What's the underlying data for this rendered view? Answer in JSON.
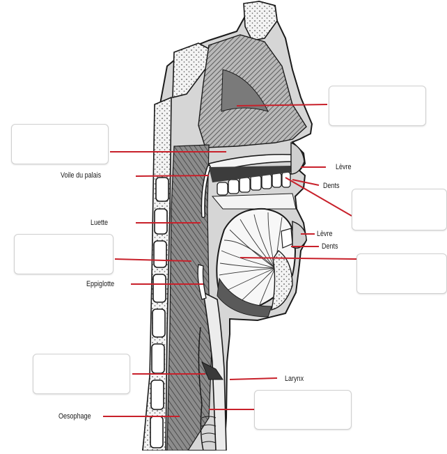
{
  "labels": {
    "voile_du_palais": "Voile du palais",
    "luette": "Luette",
    "epiglotte": "Eppiglotte",
    "oesophage": "Oesophage",
    "levre_upper": "Lèvre",
    "dents_upper": "Dents",
    "levre_lower": "Lèvre",
    "dents_lower": "Dents",
    "larynx": "Larynx"
  },
  "colors": {
    "leader_line": "#c8202a",
    "tissue_dark": "#555555",
    "tissue_mid": "#9a9a9a",
    "box_border": "#cfcfcf"
  },
  "blank_boxes": [
    {
      "id": "box-nasal-cavity"
    },
    {
      "id": "box-palate"
    },
    {
      "id": "box-oral-cavity"
    },
    {
      "id": "box-tongue"
    },
    {
      "id": "box-pharynx"
    },
    {
      "id": "box-trachea"
    },
    {
      "id": "box-lower-trachea"
    }
  ]
}
